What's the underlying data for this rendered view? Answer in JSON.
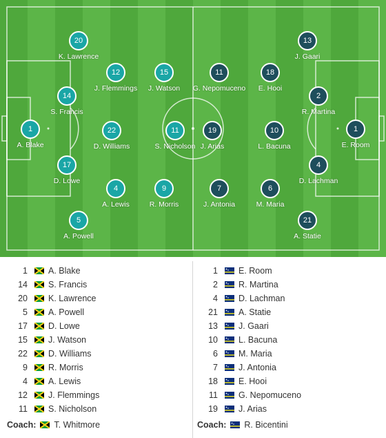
{
  "colors": {
    "pitch": "#4fa83c",
    "pitch_stripe": "#5cb548",
    "home": "#1aa6a6",
    "away": "#1e4e5c",
    "jamaica_flag": [
      "#000000",
      "#f7d117",
      "#009b3a"
    ],
    "curacao_flag": [
      "#0b2f7a",
      "#f9e814",
      "#ffffff"
    ]
  },
  "home": {
    "players": [
      {
        "num": "1",
        "name": "A. Blake"
      },
      {
        "num": "14",
        "name": "S. Francis"
      },
      {
        "num": "20",
        "name": "K. Lawrence"
      },
      {
        "num": "5",
        "name": "A. Powell"
      },
      {
        "num": "17",
        "name": "D. Lowe"
      },
      {
        "num": "15",
        "name": "J. Watson"
      },
      {
        "num": "22",
        "name": "D. Williams"
      },
      {
        "num": "9",
        "name": "R. Morris"
      },
      {
        "num": "4",
        "name": "A. Lewis"
      },
      {
        "num": "12",
        "name": "J. Flemmings"
      },
      {
        "num": "11",
        "name": "S. Nicholson"
      }
    ],
    "coach_label": "Coach:",
    "coach": "T. Whitmore"
  },
  "away": {
    "players": [
      {
        "num": "1",
        "name": "E. Room"
      },
      {
        "num": "2",
        "name": "R. Martina"
      },
      {
        "num": "4",
        "name": "D. Lachman"
      },
      {
        "num": "21",
        "name": "A. Statie"
      },
      {
        "num": "13",
        "name": "J. Gaari"
      },
      {
        "num": "10",
        "name": "L. Bacuna"
      },
      {
        "num": "6",
        "name": "M. Maria"
      },
      {
        "num": "7",
        "name": "J. Antonia"
      },
      {
        "num": "18",
        "name": "E. Hooi"
      },
      {
        "num": "11",
        "name": "G. Nepomuceno"
      },
      {
        "num": "19",
        "name": "J. Arias"
      }
    ],
    "coach_label": "Coach:",
    "coach": "R. Bicentini"
  }
}
